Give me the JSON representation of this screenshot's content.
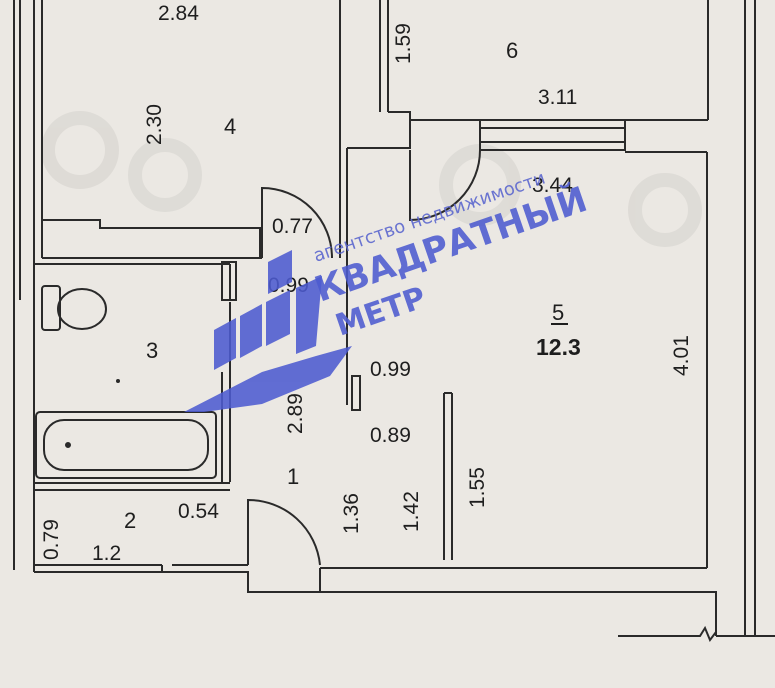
{
  "rooms": {
    "r1": "1",
    "r2": "2",
    "r3": "3",
    "r4": "4",
    "r5": "5",
    "r6": "6"
  },
  "room5_area": "12.3",
  "dimensions": {
    "d_2_84": "2.84",
    "d_2_30": "2.30",
    "d_1_59": "1.59",
    "d_3_11": "3.11",
    "d_3_44": "3.44",
    "d_0_77": "0.77",
    "d_0_99_top": "0.99",
    "d_0_99_mid": "0.99",
    "d_4_01": "4.01",
    "d_2_89": "2.89",
    "d_0_89": "0.89",
    "d_1_55": "1.55",
    "d_1_36": "1.36",
    "d_1_42": "1.42",
    "d_0_54": "0.54",
    "d_0_79": "0.79",
    "d_1_2": "1.2"
  },
  "watermark": {
    "agency": "агентство недвижимости",
    "brand_line1": "КВАДРАТНЫЙ",
    "brand_line2": "МЕТР",
    "logo": "building-logo"
  },
  "colors": {
    "paper": "#ebe8e3",
    "walls": "#2a2a2a",
    "watermark": "#4d5bd0"
  }
}
